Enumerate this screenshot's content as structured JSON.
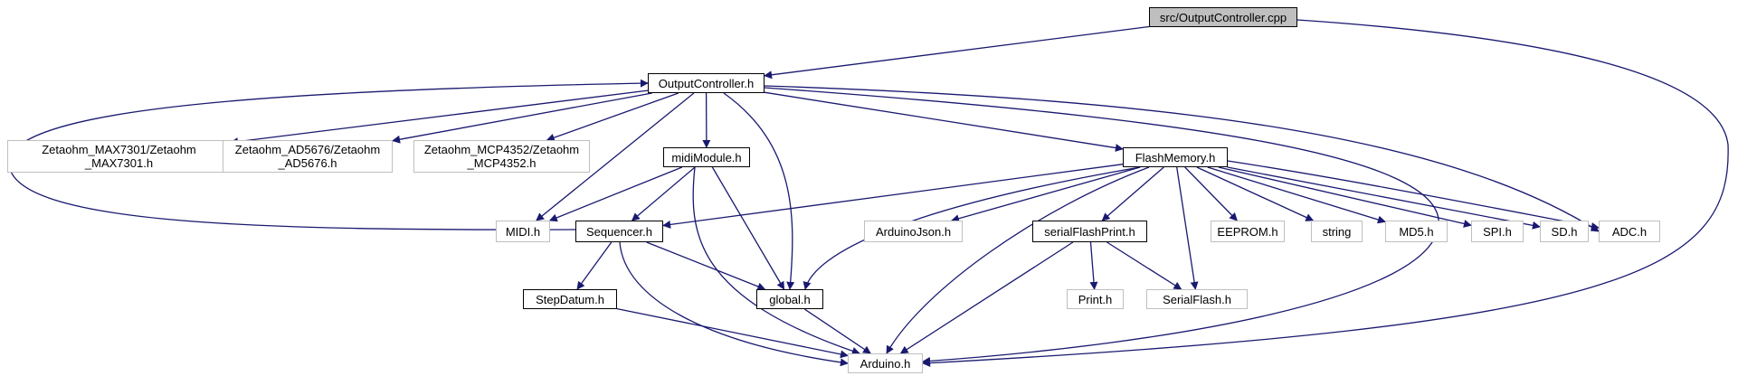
{
  "nodes": [
    {
      "id": "src-output-controller-cpp",
      "label": "src/OutputController.cpp",
      "kind": "root"
    },
    {
      "id": "output-controller-h",
      "label": "OutputController.h",
      "kind": "doc"
    },
    {
      "id": "zetaohm-max7301-h",
      "label": "Zetaohm_MAX7301/Zetaohm\n_MAX7301.h",
      "kind": "ext"
    },
    {
      "id": "zetaohm-ad5676-h",
      "label": "Zetaohm_AD5676/Zetaohm\n_AD5676.h",
      "kind": "ext"
    },
    {
      "id": "zetaohm-mcp4352-h",
      "label": "Zetaohm_MCP4352/Zetaohm\n_MCP4352.h",
      "kind": "ext"
    },
    {
      "id": "midi-module-h",
      "label": "midiModule.h",
      "kind": "doc"
    },
    {
      "id": "flash-memory-h",
      "label": "FlashMemory.h",
      "kind": "doc"
    },
    {
      "id": "midi-h",
      "label": "MIDI.h",
      "kind": "ext"
    },
    {
      "id": "sequencer-h",
      "label": "Sequencer.h",
      "kind": "doc"
    },
    {
      "id": "arduino-json-h",
      "label": "ArduinoJson.h",
      "kind": "ext"
    },
    {
      "id": "serial-flash-print-h",
      "label": "serialFlashPrint.h",
      "kind": "doc"
    },
    {
      "id": "eeprom-h",
      "label": "EEPROM.h",
      "kind": "ext"
    },
    {
      "id": "string",
      "label": "string",
      "kind": "ext"
    },
    {
      "id": "md5-h",
      "label": "MD5.h",
      "kind": "ext"
    },
    {
      "id": "spi-h",
      "label": "SPI.h",
      "kind": "ext"
    },
    {
      "id": "sd-h",
      "label": "SD.h",
      "kind": "ext"
    },
    {
      "id": "adc-h",
      "label": "ADC.h",
      "kind": "ext"
    },
    {
      "id": "step-datum-h",
      "label": "StepDatum.h",
      "kind": "doc"
    },
    {
      "id": "global-h",
      "label": "global.h",
      "kind": "doc"
    },
    {
      "id": "print-h",
      "label": "Print.h",
      "kind": "ext"
    },
    {
      "id": "serial-flash-h",
      "label": "SerialFlash.h",
      "kind": "ext"
    },
    {
      "id": "arduino-h",
      "label": "Arduino.h",
      "kind": "ext"
    }
  ],
  "edges": [
    [
      "src-output-controller-cpp",
      "output-controller-h"
    ],
    [
      "src-output-controller-cpp",
      "arduino-h"
    ],
    [
      "output-controller-h",
      "zetaohm-max7301-h"
    ],
    [
      "output-controller-h",
      "zetaohm-ad5676-h"
    ],
    [
      "output-controller-h",
      "zetaohm-mcp4352-h"
    ],
    [
      "output-controller-h",
      "midi-module-h"
    ],
    [
      "output-controller-h",
      "midi-h"
    ],
    [
      "output-controller-h",
      "flash-memory-h"
    ],
    [
      "output-controller-h",
      "global-h"
    ],
    [
      "output-controller-h",
      "adc-h"
    ],
    [
      "output-controller-h",
      "arduino-h"
    ],
    [
      "sequencer-h",
      "output-controller-h"
    ],
    [
      "midi-module-h",
      "midi-h"
    ],
    [
      "midi-module-h",
      "sequencer-h"
    ],
    [
      "midi-module-h",
      "global-h"
    ],
    [
      "midi-module-h",
      "arduino-h"
    ],
    [
      "flash-memory-h",
      "sequencer-h"
    ],
    [
      "flash-memory-h",
      "global-h"
    ],
    [
      "flash-memory-h",
      "arduino-json-h"
    ],
    [
      "flash-memory-h",
      "serial-flash-print-h"
    ],
    [
      "flash-memory-h",
      "serial-flash-h"
    ],
    [
      "flash-memory-h",
      "eeprom-h"
    ],
    [
      "flash-memory-h",
      "string"
    ],
    [
      "flash-memory-h",
      "md5-h"
    ],
    [
      "flash-memory-h",
      "spi-h"
    ],
    [
      "flash-memory-h",
      "sd-h"
    ],
    [
      "flash-memory-h",
      "adc-h"
    ],
    [
      "flash-memory-h",
      "arduino-h"
    ],
    [
      "sequencer-h",
      "step-datum-h"
    ],
    [
      "sequencer-h",
      "global-h"
    ],
    [
      "sequencer-h",
      "arduino-h"
    ],
    [
      "serial-flash-print-h",
      "print-h"
    ],
    [
      "serial-flash-print-h",
      "serial-flash-h"
    ],
    [
      "serial-flash-print-h",
      "arduino-h"
    ],
    [
      "step-datum-h",
      "arduino-h"
    ],
    [
      "global-h",
      "arduino-h"
    ]
  ]
}
